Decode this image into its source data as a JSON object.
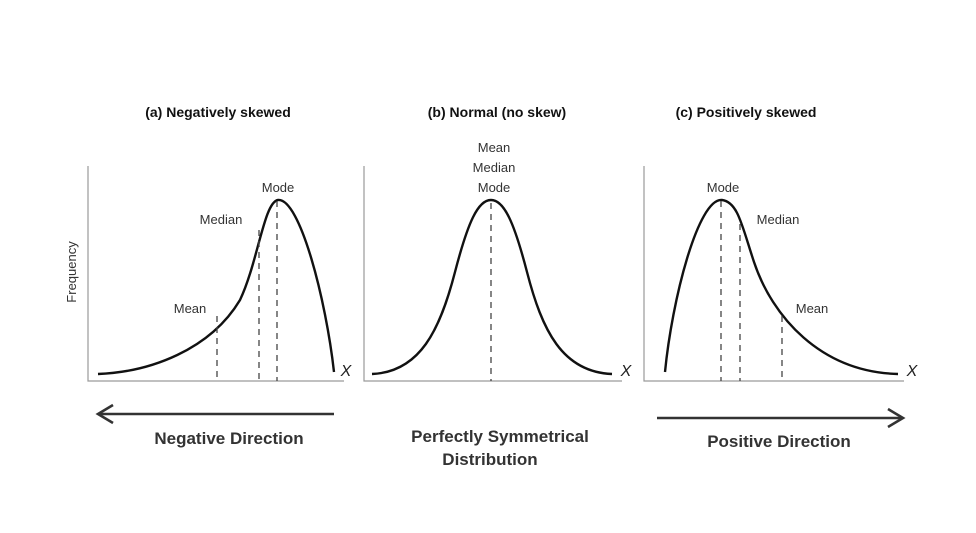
{
  "y_axis_label": "Frequency",
  "x_axis_symbol": "X",
  "panels": [
    {
      "title": "(a) Negatively skewed",
      "labels": {
        "mode": "Mode",
        "median": "Median",
        "mean": "Mean"
      },
      "direction": "Negative Direction"
    },
    {
      "title": "(b) Normal (no skew)",
      "labels": {
        "mean": "Mean",
        "median": "Median",
        "mode": "Mode"
      },
      "caption_line1": "Perfectly Symmetrical",
      "caption_line2": "Distribution"
    },
    {
      "title": "(c) Positively skewed",
      "labels": {
        "mode": "Mode",
        "median": "Median",
        "mean": "Mean"
      },
      "direction": "Positive Direction"
    }
  ]
}
